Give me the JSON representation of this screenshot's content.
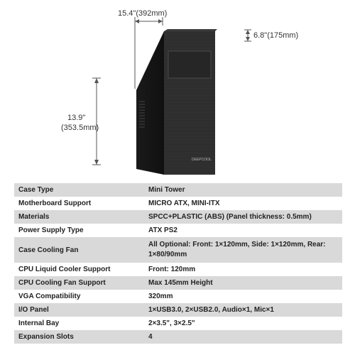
{
  "dimensions": {
    "width": "15.4\"(392mm)",
    "depth": "6.8\"(175mm)",
    "height_imperial": "13.9\"",
    "height_metric": "(353.5mm)"
  },
  "brand_badge": "DEEPCOOL",
  "specs": [
    {
      "label": "Case Type",
      "value": "Mini Tower"
    },
    {
      "label": "Motherboard Support",
      "value": "MICRO ATX, MINI-ITX"
    },
    {
      "label": "Materials",
      "value": "SPCC+PLASTIC (ABS) (Panel thickness: 0.5mm)"
    },
    {
      "label": "Power Supply Type",
      "value": "ATX PS2"
    },
    {
      "label": "Case Cooling Fan",
      "value": "All Optional: Front: 1×120mm, Side: 1×120mm, Rear: 1×80/90mm"
    },
    {
      "label": "CPU Liquid Cooler Support",
      "value": "Front: 120mm"
    },
    {
      "label": "CPU Cooling Fan Support",
      "value": "Max 145mm Height"
    },
    {
      "label": "VGA Compatibility",
      "value": "320mm"
    },
    {
      "label": "I/O Panel",
      "value": "1×USB3.0, 2×USB2.0, Audio×1, Mic×1"
    },
    {
      "label": "Internal Bay",
      "value": "2×3.5\", 3×2.5\""
    },
    {
      "label": "Expansion Slots",
      "value": "4"
    }
  ],
  "colors": {
    "row_shade": "#d9d9d9",
    "case_front": "#2a2a2a",
    "case_side": "#181818",
    "dimension_line": "#555555"
  }
}
